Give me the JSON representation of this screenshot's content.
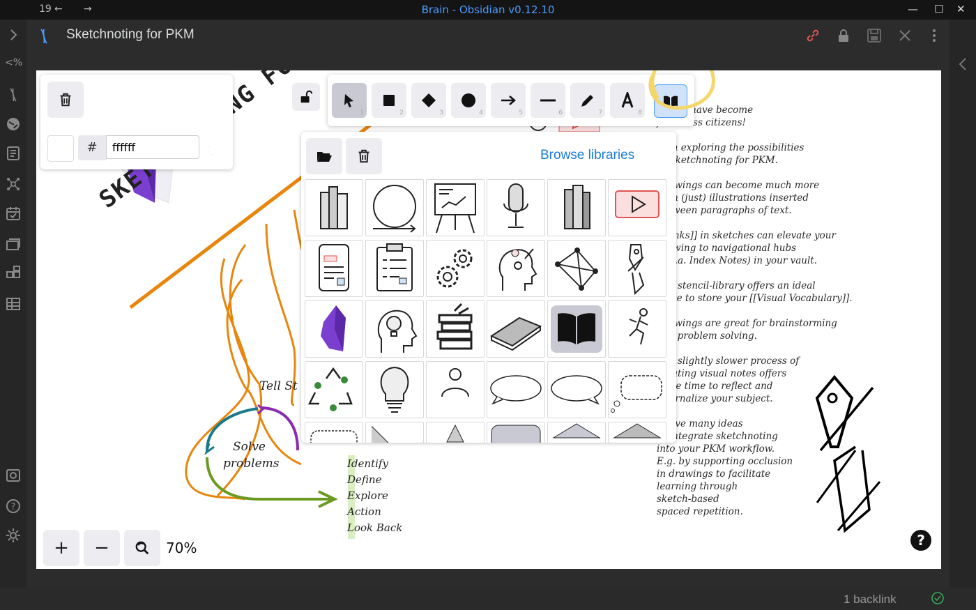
{
  "window": {
    "title": "Brain - Obsidian v0.12.10",
    "nav_count": "19",
    "back_icon": "arrow-left-icon",
    "forward_icon": "arrow-right-icon"
  },
  "header": {
    "title": "Sketchnoting for PKM"
  },
  "style_panel": {
    "color_hash": "#",
    "color_value": "ffffff"
  },
  "library": {
    "browse_label": "Browse libraries"
  },
  "toolbar": {
    "tools": [
      {
        "name": "selection",
        "num": "1"
      },
      {
        "name": "rectangle",
        "num": "2"
      },
      {
        "name": "diamond",
        "num": "3"
      },
      {
        "name": "ellipse",
        "num": "4"
      },
      {
        "name": "arrow",
        "num": "5"
      },
      {
        "name": "line",
        "num": "6"
      },
      {
        "name": "draw",
        "num": "7"
      },
      {
        "name": "text",
        "num": "8"
      }
    ]
  },
  "canvas_text": {
    "big_title": "SKETCHNOTING FOR PKM",
    "tell": "Tell St",
    "solve": "Solve",
    "problems": "problems",
    "idea_list": [
      "Identify",
      "Define",
      "Explore",
      "Action",
      "Look Back"
    ]
  },
  "notes": [
    [
      "...ches have become",
      "first class citizens!"
    ],
    [
      "I am exploring the possibilities",
      "of Sketchnoting for PKM."
    ],
    [
      "Drawings can become much more",
      "than (just) illustrations inserted",
      "between paragraphs of text."
    ],
    [
      "[[Links]] in sketches can elevate your",
      "drawing to navigational hubs",
      "(a.k.a. Index Notes) in your vault."
    ],
    [
      "The stencil-library offers an ideal",
      "place to store your [[Visual Vocabulary]]."
    ],
    [
      "Drawings are great for brainstorming",
      "and problem solving."
    ],
    [
      "The slightly slower process of",
      "creating visual notes offers",
      "more time to reflect and",
      "internalize your subject."
    ],
    [
      "I have many ideas",
      "to integrate sketchnoting",
      "into your PKM workflow.",
      "E.g. by supporting occlusion",
      "in drawings to facilitate",
      "learning through",
      "sketch-based",
      "spaced repetition."
    ]
  ],
  "zoom": {
    "value": "70%"
  },
  "status": {
    "backlinks": "1 backlink"
  },
  "colors": {
    "accent": "#4a9eff",
    "highlight_circle": "#f5d66a",
    "link_red": "#e05555",
    "orange": "#e8850c"
  }
}
